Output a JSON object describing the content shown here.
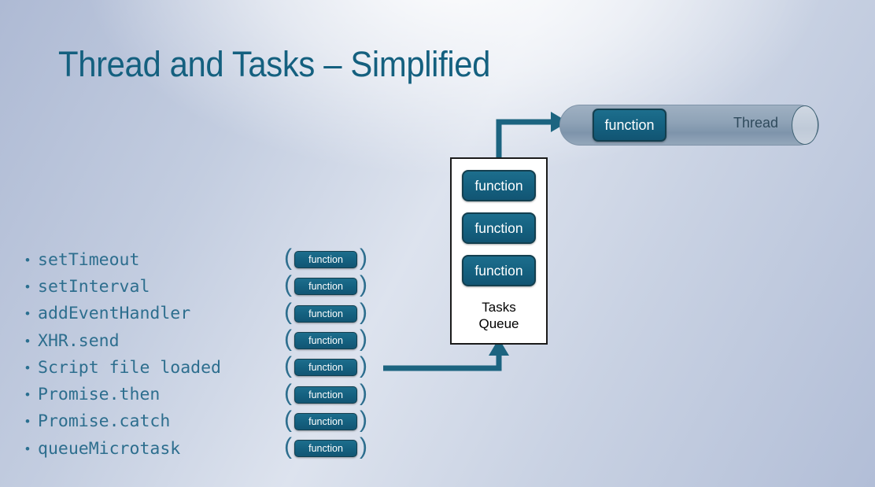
{
  "slide": {
    "title": "Thread and Tasks – Simplified",
    "accent_color": "#14607f",
    "title_color": "#14607f",
    "text_color": "#2d6e8e",
    "chip_color": "#14607f",
    "chip_text_color": "#ffffff",
    "arrow_color": "#1c6480",
    "queue_bg": "#ffffff",
    "queue_border": "#1b1b1b",
    "thread_fill": "#8fa3b7",
    "background_colors": [
      "#aebad4",
      "#dde3ee",
      "#b2bed7"
    ]
  },
  "bullets": {
    "marker": "•",
    "open_paren": "(",
    "close_paren": ")",
    "chip_label": "function",
    "items": [
      {
        "label": "setTimeout"
      },
      {
        "label": "setInterval"
      },
      {
        "label": "addEventHandler"
      },
      {
        "label": "XHR.send"
      },
      {
        "label": "Script file loaded"
      },
      {
        "label": "Promise.then"
      },
      {
        "label": "Promise.catch"
      },
      {
        "label": "queueMicrotask"
      }
    ]
  },
  "queue": {
    "label_line1": "Tasks",
    "label_line2": "Queue",
    "tasks": [
      {
        "label": "function"
      },
      {
        "label": "function"
      },
      {
        "label": "function"
      }
    ]
  },
  "thread": {
    "label": "Thread",
    "running_task": "function"
  },
  "arrows": [
    {
      "name": "queue-to-thread",
      "from": "tasks-queue-top",
      "to": "thread-left"
    },
    {
      "name": "event-to-queue",
      "from": "bullet-list-right",
      "to": "tasks-queue-bottom"
    }
  ]
}
